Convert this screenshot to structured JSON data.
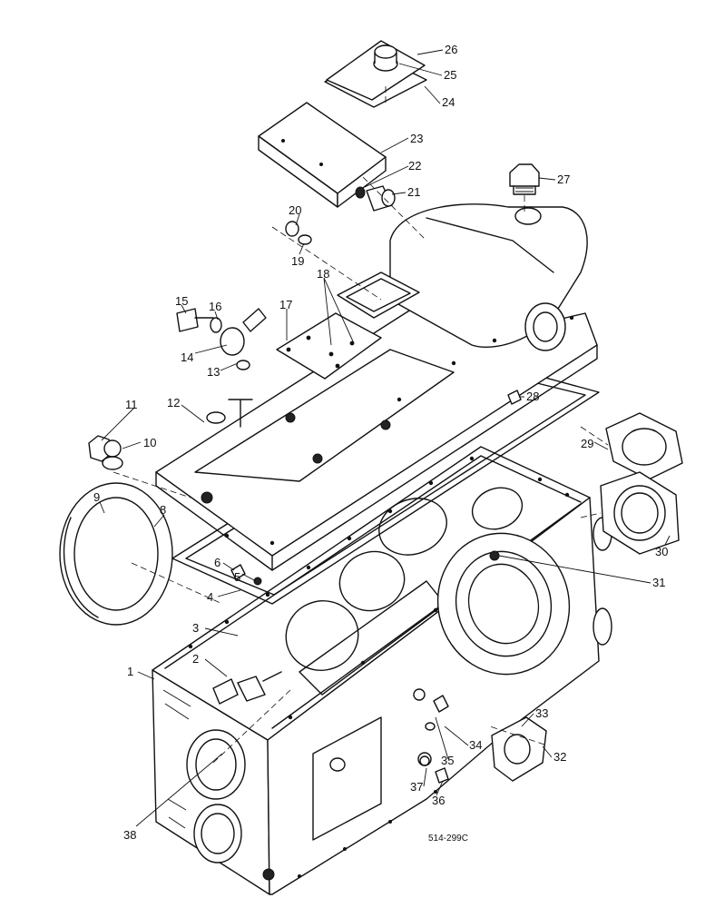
{
  "diagram": {
    "drawing_ref": "514-299C",
    "callouts": [
      "1",
      "2",
      "3",
      "4",
      "5",
      "6",
      "8",
      "9",
      "10",
      "11",
      "12",
      "13",
      "14",
      "15",
      "16",
      "17",
      "18",
      "19",
      "20",
      "21",
      "22",
      "23",
      "24",
      "25",
      "26",
      "27",
      "28",
      "29",
      "30",
      "31",
      "32",
      "33",
      "34",
      "35",
      "36",
      "37",
      "38"
    ]
  }
}
